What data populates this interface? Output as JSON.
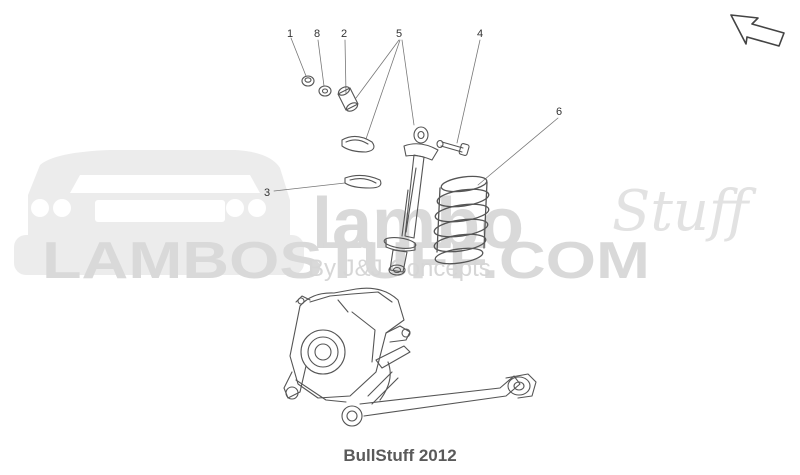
{
  "callouts": {
    "c1": "1",
    "c8": "8",
    "c2": "2",
    "c5": "5",
    "c4": "4",
    "c6": "6",
    "c3": "3"
  },
  "watermark": {
    "main": "LAMBOSTUFF.COM",
    "brand": "lambo",
    "script": "Stuff",
    "byline": "By J&J Concepts"
  },
  "footer": "BullStuff 2012",
  "icons": {
    "direction": "arrow-up-left-icon"
  },
  "colors": {
    "line": "#555555",
    "watermark": "#d9d9d9",
    "footer": "#5a5a5a"
  }
}
